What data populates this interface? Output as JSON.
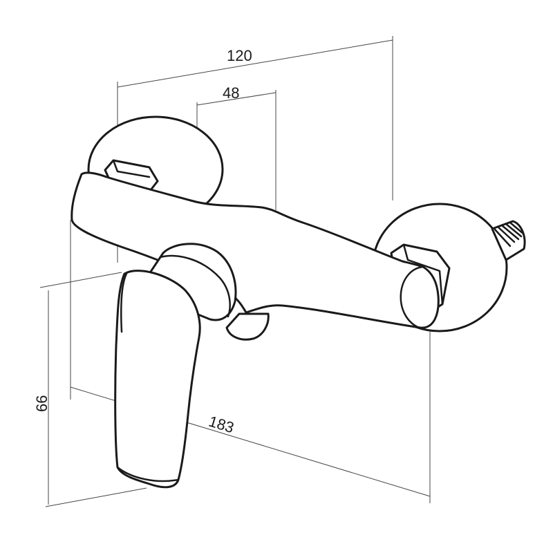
{
  "dimensions": {
    "width_total": "120",
    "width_inlet": "48",
    "length": "183",
    "height": "66"
  }
}
